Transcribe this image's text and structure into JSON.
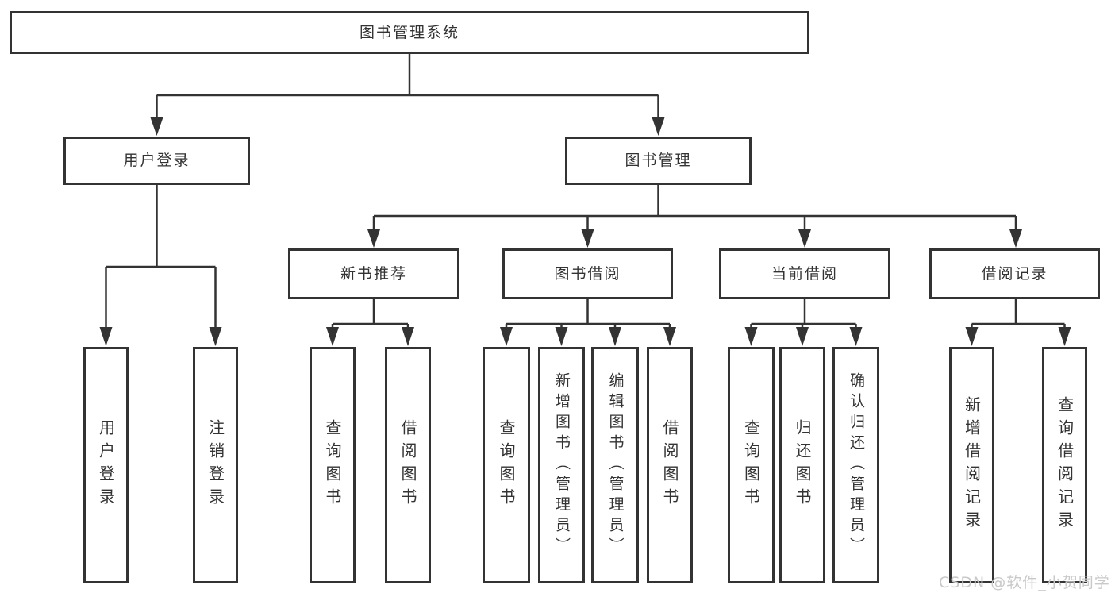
{
  "diagram_title": "图书管理系统",
  "tree": {
    "root": "图书管理系统",
    "branches": [
      {
        "label": "用户登录",
        "leaves": [
          "用户登录",
          "注销登录"
        ]
      },
      {
        "label": "图书管理",
        "groups": [
          {
            "label": "新书推荐",
            "leaves": [
              "查询图书",
              "借阅图书"
            ]
          },
          {
            "label": "图书借阅",
            "leaves": [
              "查询图书",
              "新增图书（管理员）",
              "编辑图书（管理员）",
              "借阅图书"
            ]
          },
          {
            "label": "当前借阅",
            "leaves": [
              "查询图书",
              "归还图书",
              "确认归还（管理员）"
            ]
          },
          {
            "label": "借阅记录",
            "leaves": [
              "新增借阅记录",
              "查询借阅记录"
            ]
          }
        ]
      }
    ]
  },
  "watermark": {
    "text": "CSDN @软件_小贺同学"
  },
  "colors": {
    "line": "#333333",
    "box_border": "#333333",
    "text": "#333333",
    "watermark": "#c9c9c9",
    "background": "#ffffff"
  }
}
